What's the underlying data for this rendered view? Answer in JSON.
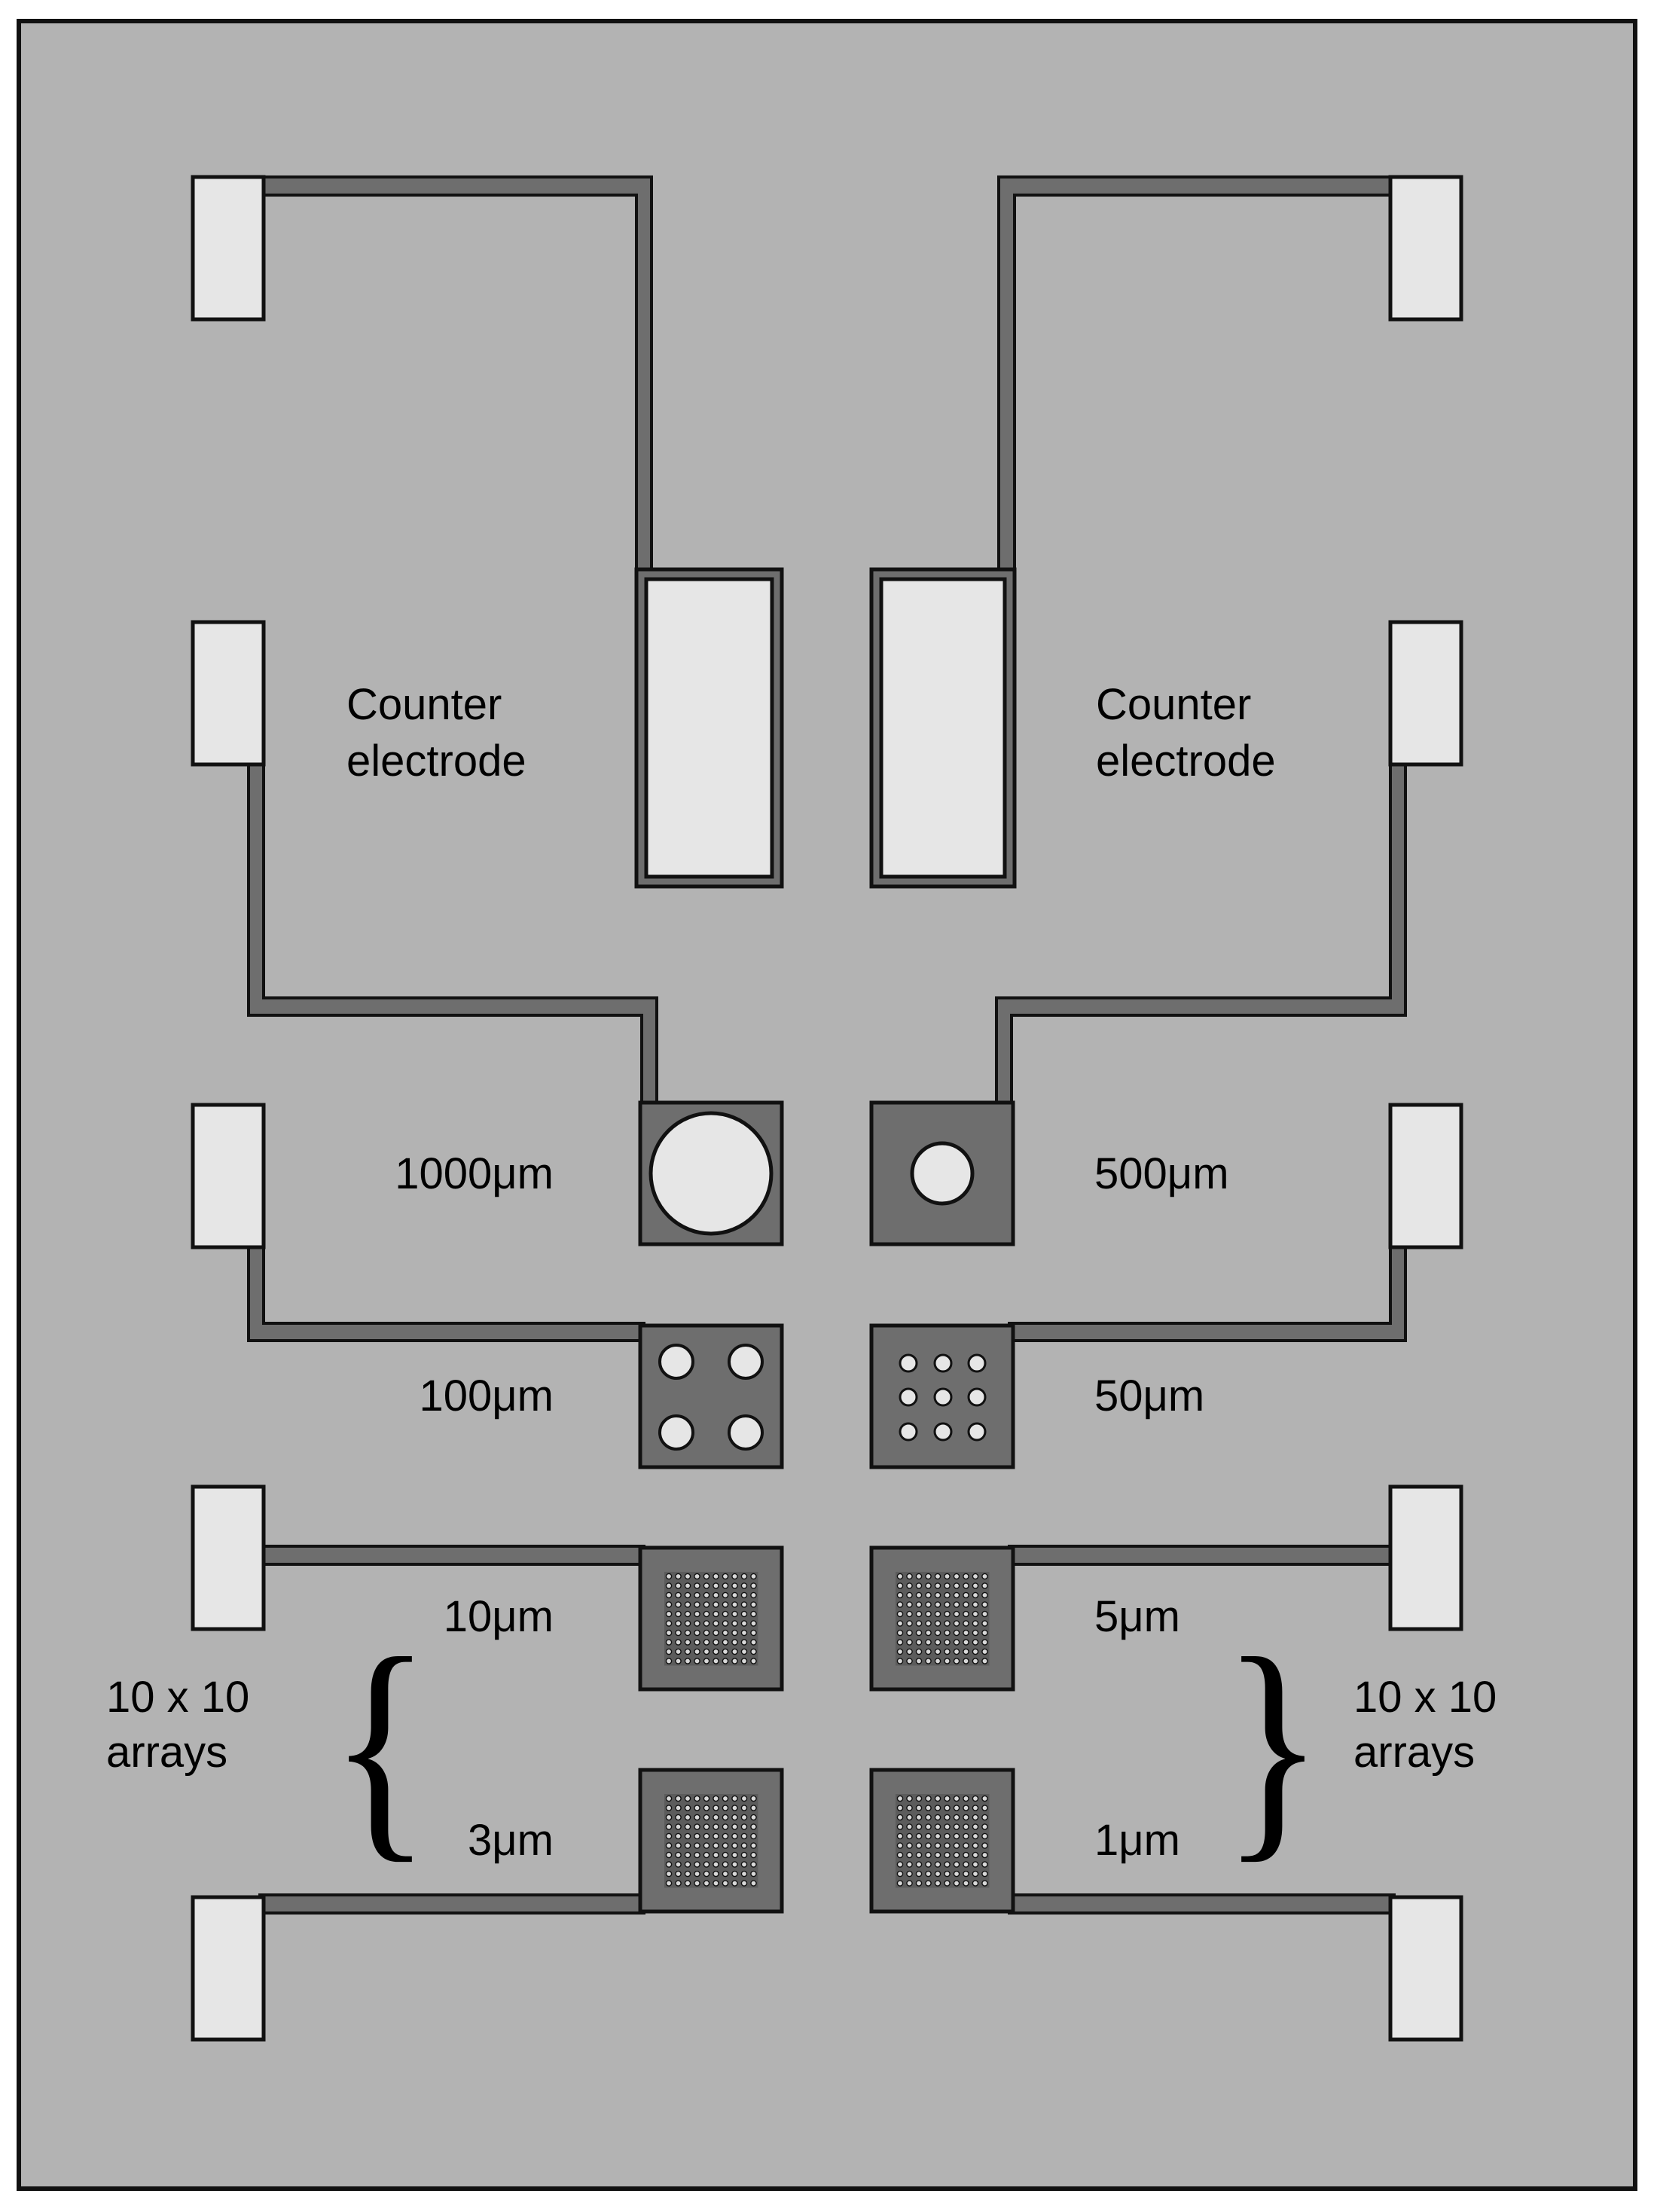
{
  "labels": {
    "counter_left_line1": "Counter",
    "counter_left_line2": "electrode",
    "counter_right_line1": "Counter",
    "counter_right_line2": "electrode",
    "size_1000": "1000μm",
    "size_500": "500μm",
    "size_100": "100μm",
    "size_50": "50μm",
    "size_10": "10μm",
    "size_5": "5μm",
    "size_3": "3μm",
    "size_1": "1μm",
    "arrays_left_line1": "10 x 10",
    "arrays_left_line2": "arrays",
    "arrays_right_line1": "10 x 10",
    "arrays_right_line2": "arrays",
    "brace_left": "{",
    "brace_right": "}"
  },
  "colors": {
    "substrate": "#b3b3b3",
    "trace": "#6e6e6e",
    "pad": "#e6e6e6",
    "outline": "#111111"
  }
}
